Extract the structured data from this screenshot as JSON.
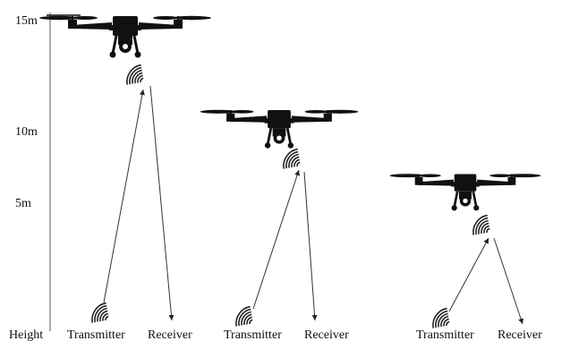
{
  "axis": {
    "tick_15": "15m",
    "tick_10": "10m",
    "tick_5": "5m",
    "height_label": "Height"
  },
  "scenes": [
    {
      "transmitter": "Transmitter",
      "receiver": "Receiver"
    },
    {
      "transmitter": "Transmitter",
      "receiver": "Receiver"
    },
    {
      "transmitter": "Transmitter",
      "receiver": "Receiver"
    }
  ],
  "colors": {
    "ink": "#111111",
    "line": "#333333"
  },
  "icons": [
    "drone-icon",
    "signal-wave-icon",
    "arrow-icon"
  ]
}
